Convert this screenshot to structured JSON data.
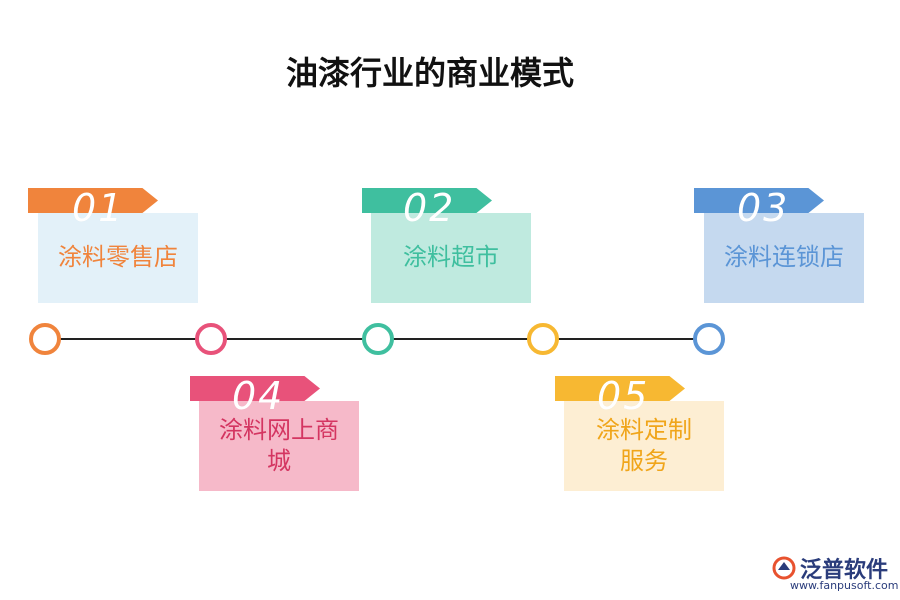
{
  "title": "油漆行业的商业模式",
  "items": [
    {
      "num": "01",
      "label": "涂料零售店",
      "color": "#f0843c",
      "card_bg": "#e3f1f9",
      "text_color": "#f0843c"
    },
    {
      "num": "02",
      "label": "涂料超市",
      "color": "#3fbf9f",
      "card_bg": "#bfeadf",
      "text_color": "#3fbf9f"
    },
    {
      "num": "03",
      "label": "涂料连锁店",
      "color": "#5b95d6",
      "card_bg": "#c5d9ef",
      "text_color": "#5b95d6"
    },
    {
      "num": "04",
      "label": "涂料网上商城",
      "color": "#e8527a",
      "card_bg": "#f6b9c9",
      "text_color": "#d43561"
    },
    {
      "num": "05",
      "label": "涂料定制服务",
      "color": "#f7b832",
      "card_bg": "#fdeed3",
      "text_color": "#f0a51a"
    }
  ],
  "nodes": [
    {
      "color": "#f0843c"
    },
    {
      "color": "#e8527a"
    },
    {
      "color": "#3fbf9f"
    },
    {
      "color": "#f7b832"
    },
    {
      "color": "#5b95d6"
    }
  ],
  "logo": {
    "name": "泛普软件",
    "url": "www.fanpusoft.com"
  }
}
